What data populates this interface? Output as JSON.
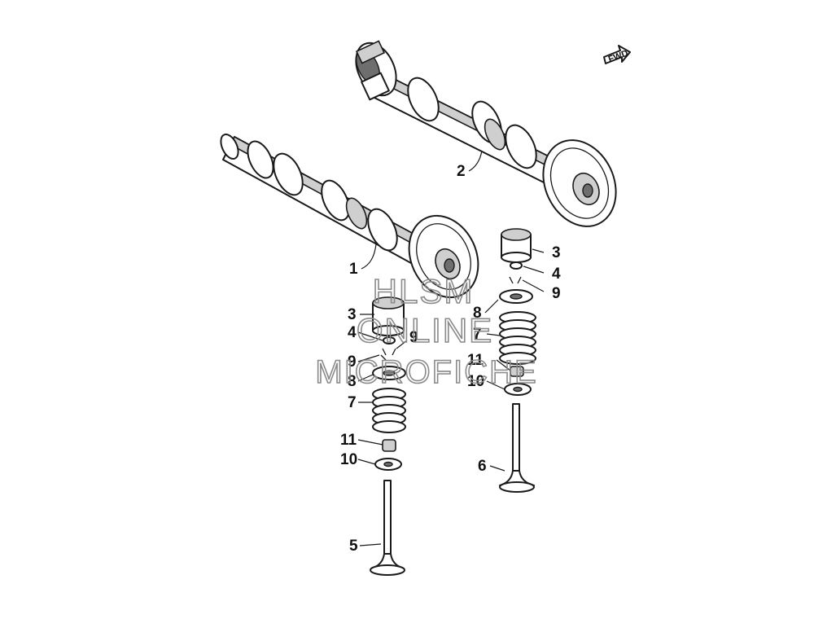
{
  "diagram": {
    "fwd_label": "FWD",
    "callouts": [
      {
        "id": "intake-camshaft",
        "label": "1"
      },
      {
        "id": "exhaust-camshaft",
        "label": "2"
      },
      {
        "id": "tappet-right",
        "label": "3"
      },
      {
        "id": "shim-right",
        "label": "4"
      },
      {
        "id": "cotter-right",
        "label": "9"
      },
      {
        "id": "retainer-right",
        "label": "8"
      },
      {
        "id": "spring-right",
        "label": "7"
      },
      {
        "id": "seal-right",
        "label": "11"
      },
      {
        "id": "seat-right",
        "label": "10"
      },
      {
        "id": "valve-right",
        "label": "6"
      },
      {
        "id": "tappet-left",
        "label": "3"
      },
      {
        "id": "shim-left",
        "label": "4"
      },
      {
        "id": "cotter-left-a",
        "label": "9"
      },
      {
        "id": "cotter-left-b",
        "label": "9"
      },
      {
        "id": "retainer-left",
        "label": "8"
      },
      {
        "id": "spring-left",
        "label": "7"
      },
      {
        "id": "seal-left",
        "label": "11"
      },
      {
        "id": "seat-left",
        "label": "10"
      },
      {
        "id": "valve-left",
        "label": "5"
      }
    ]
  },
  "watermark": {
    "line1": "HLSM",
    "line2": "ONLINE",
    "line3": "MICROFICHE"
  }
}
